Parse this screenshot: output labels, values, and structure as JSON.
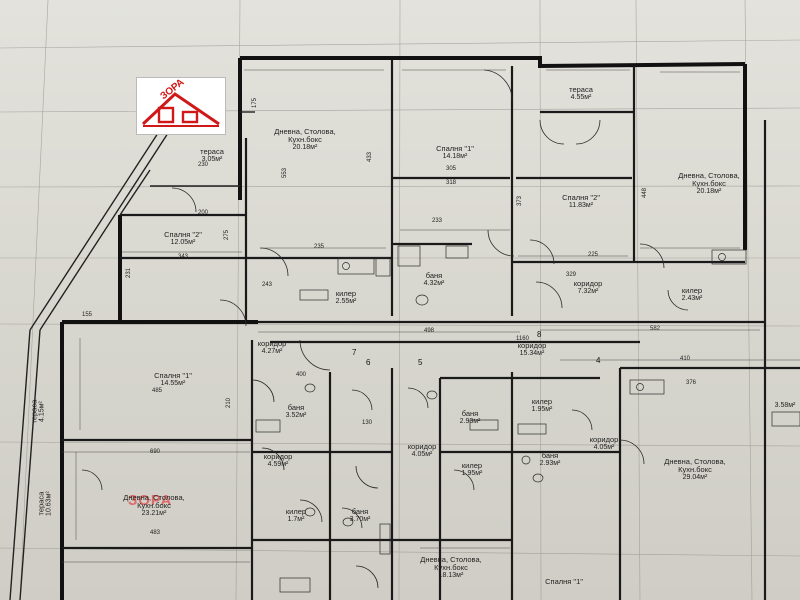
{
  "logo": {
    "text": "ЗОРА",
    "accent_color": "#d01818"
  },
  "watermark": "ЗОРА",
  "section_markers": [
    "7",
    "6",
    "5",
    "8",
    "4"
  ],
  "rooms": [
    {
      "id": "terrace-top-left",
      "name": "тераса",
      "area": "3.05м²"
    },
    {
      "id": "living-top-left",
      "name": "Дневна, Столова, Кухн.бокс",
      "area": "20.18м²"
    },
    {
      "id": "bedroom1-top",
      "name": "Спалня \"1\"",
      "area": "14.18м²"
    },
    {
      "id": "terrace-top-center",
      "name": "тераса",
      "area": "4.55м²"
    },
    {
      "id": "bedroom2-top",
      "name": "Спалня \"2\"",
      "area": "11.83м²"
    },
    {
      "id": "living-top-right",
      "name": "Дневна, Столова, Кухн.бокс",
      "area": "20.18м²"
    },
    {
      "id": "bedroom2-left",
      "name": "Спалня \"2\"",
      "area": "12.05м²"
    },
    {
      "id": "bath-top",
      "name": "баня",
      "area": "4.32м²"
    },
    {
      "id": "storage-top",
      "name": "килер",
      "area": "2.55м²"
    },
    {
      "id": "corridor-top-right",
      "name": "коридор",
      "area": "7.32м²"
    },
    {
      "id": "storage-right",
      "name": "килер",
      "area": "2.43м²"
    },
    {
      "id": "corridor-left",
      "name": "коридор",
      "area": "4.27м²"
    },
    {
      "id": "corridor-center",
      "name": "коридор",
      "area": "15.34м²"
    },
    {
      "id": "bedroom1-left",
      "name": "Спалня \"1\"",
      "area": "14.55м²"
    },
    {
      "id": "bath-left",
      "name": "баня",
      "area": "3.52м²"
    },
    {
      "id": "bath-center",
      "name": "баня",
      "area": "2.93м²"
    },
    {
      "id": "storage-center",
      "name": "килер",
      "area": "1.95м²"
    },
    {
      "id": "bath-right",
      "name": "баня",
      "area": "2.93м²"
    },
    {
      "id": "corridor-lower-left",
      "name": "коридор",
      "area": "4.59м²"
    },
    {
      "id": "corridor-lower-center",
      "name": "коридор",
      "area": "4.05м²"
    },
    {
      "id": "corridor-lower-right",
      "name": "коридор",
      "area": "4.05м²"
    },
    {
      "id": "storage-lower",
      "name": "килер",
      "area": "1.95м²"
    },
    {
      "id": "living-lower-right",
      "name": "Дневна, Столова, Кухн.бокс",
      "area": "29.04м²"
    },
    {
      "id": "living-lower-left",
      "name": "Дневна, Столова, Кухн.бокс",
      "area": "23.21м²"
    },
    {
      "id": "storage-bottom",
      "name": "килер",
      "area": "1.7м²"
    },
    {
      "id": "bath-bottom",
      "name": "баня",
      "area": "3.70м²"
    },
    {
      "id": "living-bottom-center",
      "name": "Дневна, Столова, Кухн.бокс",
      "area": "18.13м²"
    },
    {
      "id": "bedroom1-bottom",
      "name": "Спалня \"1\"",
      "area": ""
    },
    {
      "id": "terrace-left",
      "name": "тераса",
      "area": "4.15м²"
    },
    {
      "id": "terrace-lower-left",
      "name": "тераса",
      "area": "10.63м²"
    },
    {
      "id": "terrace-far-right",
      "name": "",
      "area": "3.58м²"
    }
  ],
  "dimensions": {
    "d1": "175",
    "d2": "433",
    "d3": "553",
    "d4": "305",
    "d5": "318",
    "d6": "373",
    "d7": "448",
    "d8": "235",
    "d9": "343",
    "d10": "275",
    "d11": "231",
    "d12": "233",
    "d13": "498",
    "d14": "582",
    "d15": "410",
    "d16": "155",
    "d17": "485",
    "d18": "690",
    "d19": "376",
    "d20": "329",
    "d21": "225",
    "d22": "243",
    "d23": "400",
    "d24": "483",
    "d25": "1160",
    "d26": "230",
    "d27": "200",
    "d28": "210",
    "d29": "130"
  }
}
